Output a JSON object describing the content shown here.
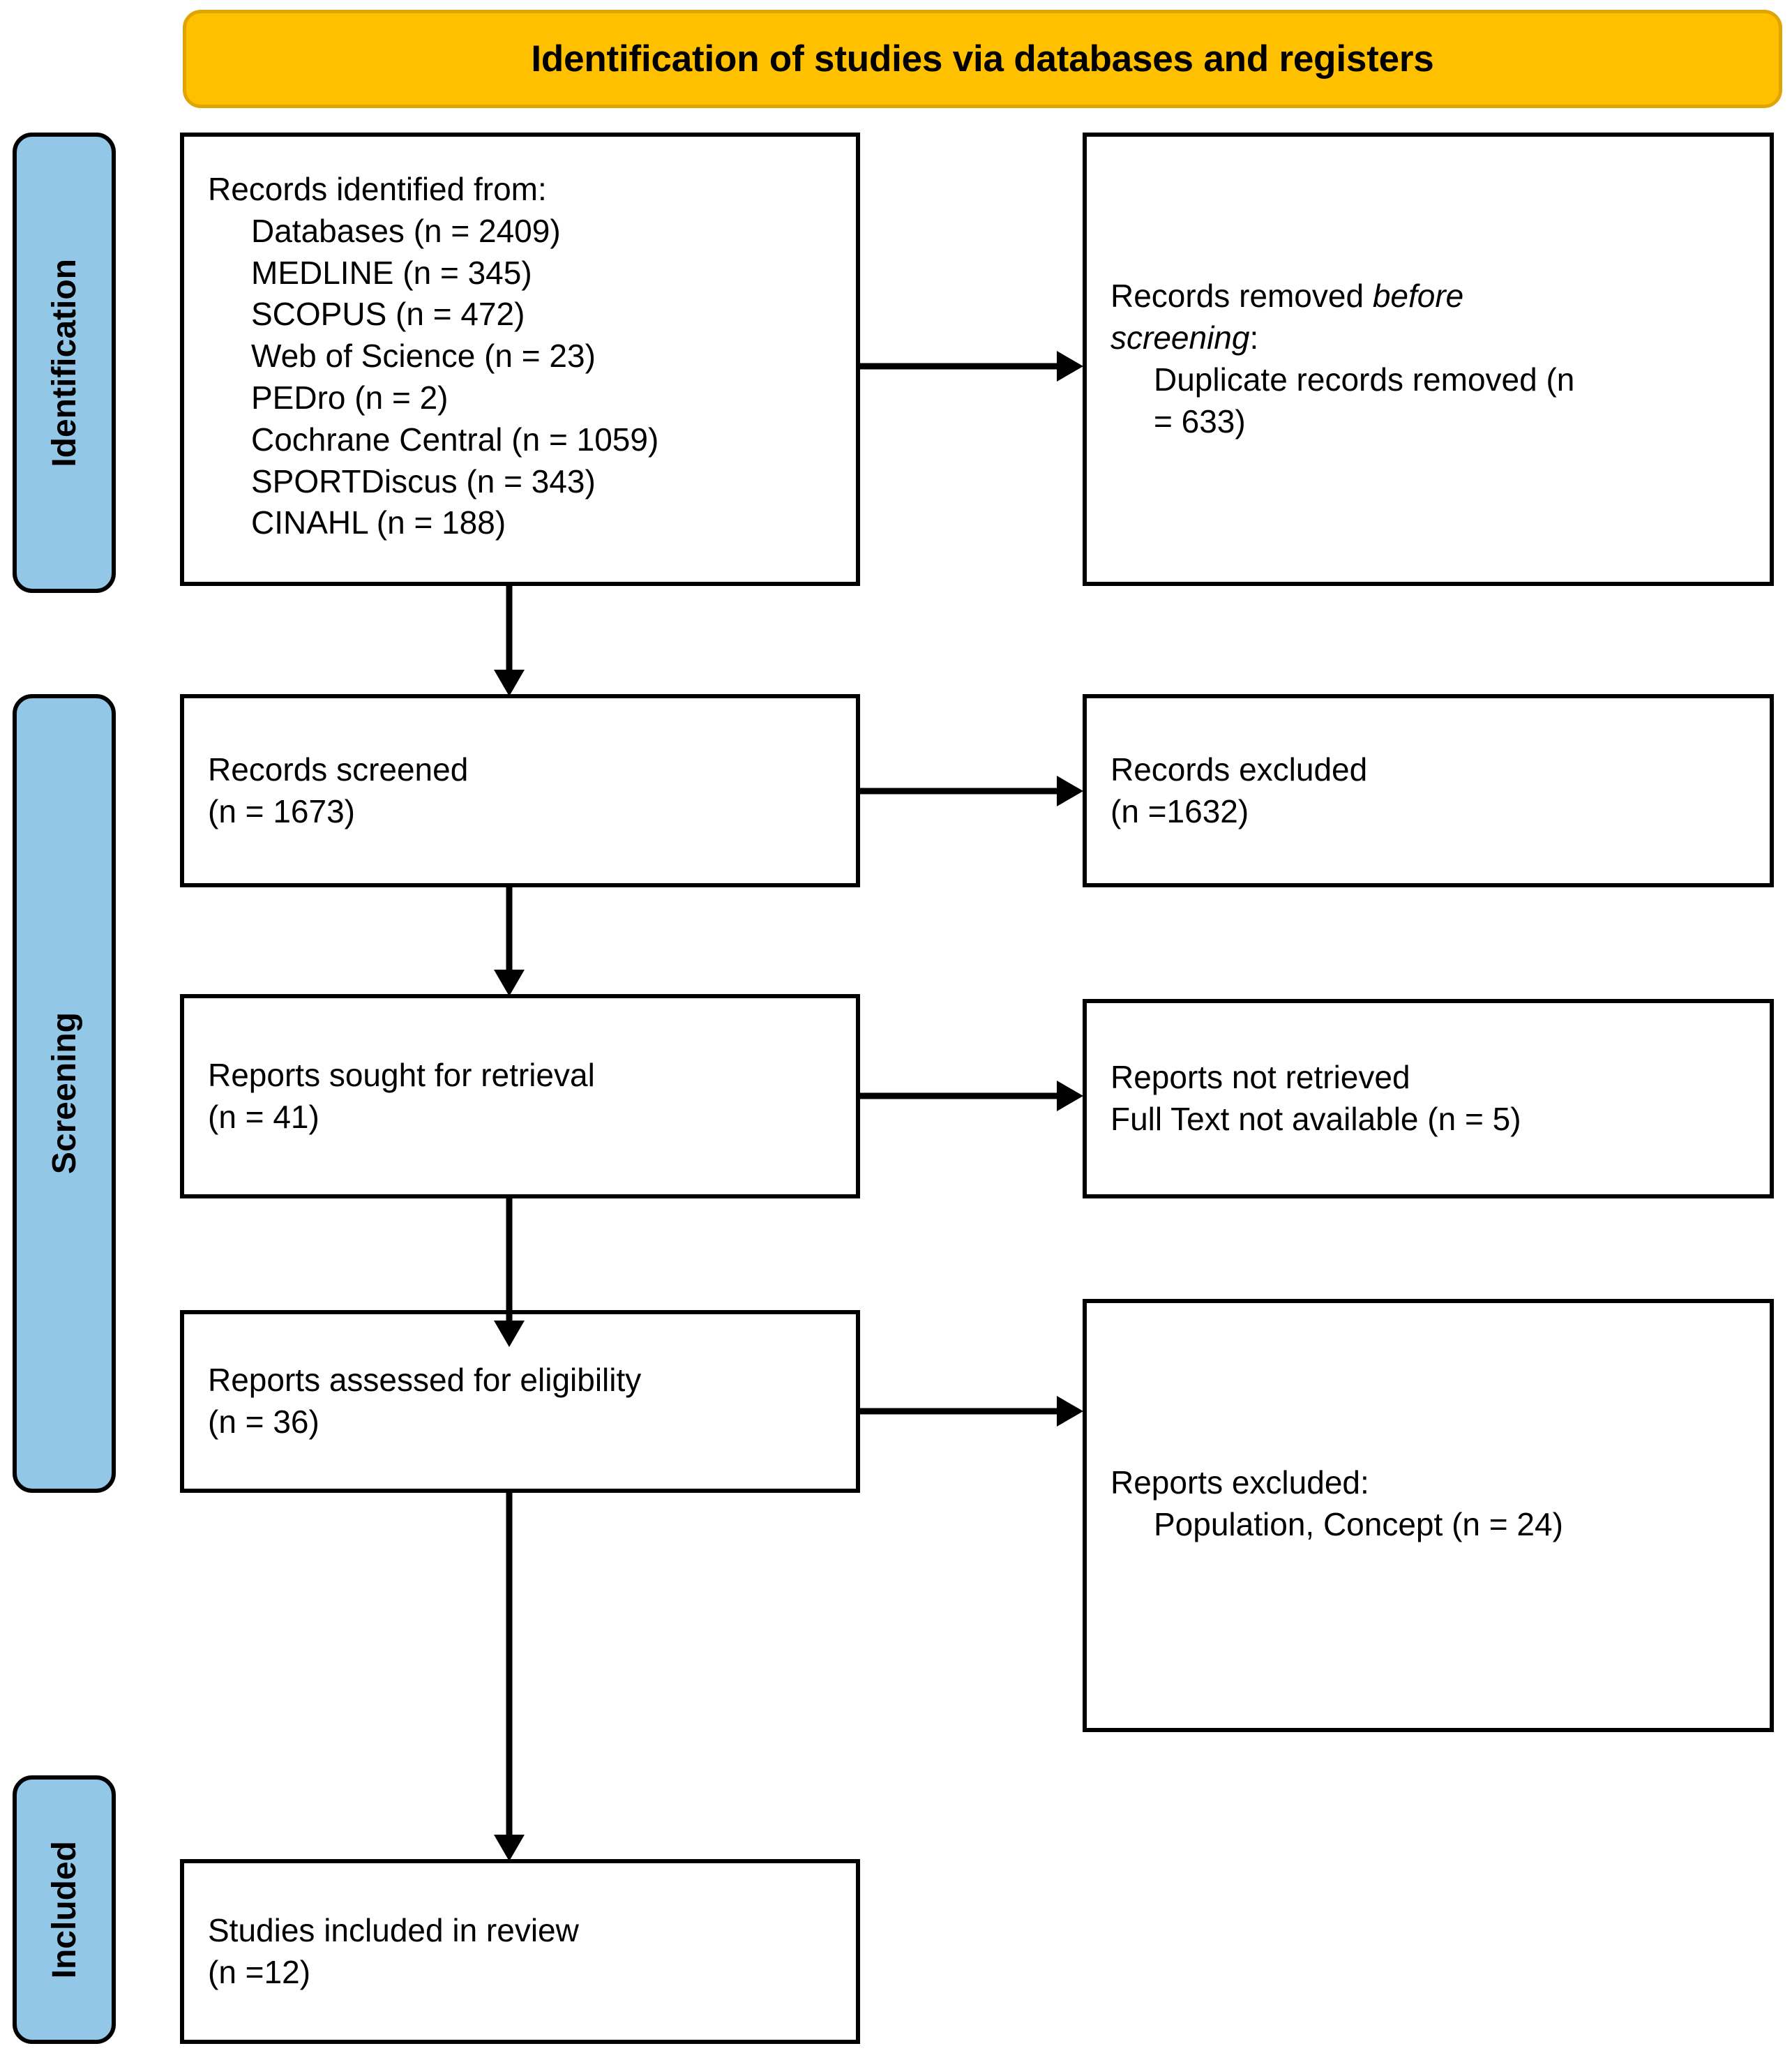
{
  "banner": {
    "title": "Identification of studies via databases and registers"
  },
  "stages": [
    {
      "id": "identification",
      "label": "Identification"
    },
    {
      "id": "screening",
      "label": "Screening"
    },
    {
      "id": "included",
      "label": "Included"
    }
  ],
  "boxes": {
    "identified": {
      "heading": "Records identified from:",
      "items": [
        "Databases (n = 2409)",
        "MEDLINE (n = 345)",
        "SCOPUS (n = 472)",
        "Web of Science (n = 23)",
        "PEDro (n = 2)",
        "Cochrane Central (n = 1059)",
        "SPORTDiscus (n = 343)",
        "CINAHL (n = 188)"
      ]
    },
    "removed": {
      "line1_pre": "Records removed ",
      "line1_em": "before",
      "line2_em": "screening",
      "line2_post": ":",
      "item1": "Duplicate records removed (n",
      "item2": "= 633)"
    },
    "screened": {
      "line1": "Records screened",
      "line2": "(n = 1673)"
    },
    "excluded": {
      "line1": "Records excluded",
      "line2": "(n =1632)"
    },
    "sought": {
      "line1": "Reports sought for retrieval",
      "line2": "(n = 41)"
    },
    "not_retrieved": {
      "line1": "Reports not retrieved",
      "line2": "Full Text not available (n = 5)"
    },
    "assessed": {
      "line1": "Reports assessed for eligibility",
      "line2": "(n = 36)"
    },
    "reports_excluded": {
      "heading": "Reports excluded:",
      "item1": "Population, Concept (n = 24)"
    },
    "included": {
      "line1": "Studies included in review",
      "line2": "(n =12)"
    }
  },
  "colors": {
    "banner_fill": "#FFC000",
    "banner_border": "#E0A500",
    "stage_fill": "#93C7E8",
    "box_border": "#000000",
    "arrow": "#000000",
    "background": "#FFFFFF"
  }
}
